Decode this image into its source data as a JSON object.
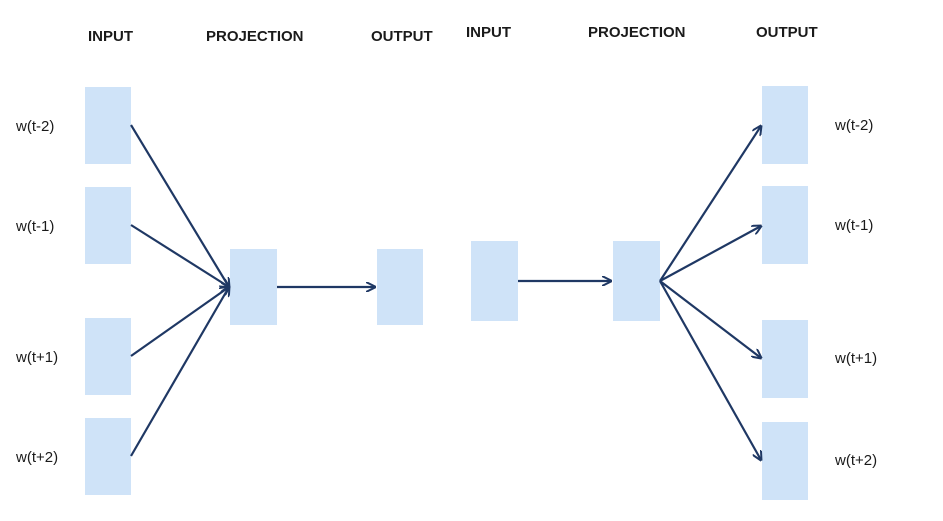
{
  "cbow": {
    "headers": {
      "input": "INPUT",
      "projection": "PROJECTION",
      "output": "OUTPUT"
    },
    "inputs": [
      "w(t-2)",
      "w(t-1)",
      "w(t+1)",
      "w(t+2)"
    ]
  },
  "skipgram": {
    "headers": {
      "input": "INPUT",
      "projection": "PROJECTION",
      "output": "OUTPUT"
    },
    "outputs": [
      "w(t-2)",
      "w(t-1)",
      "w(t+1)",
      "w(t+2)"
    ]
  },
  "colors": {
    "box_fill": "#cfe3f8",
    "arrow": "#1f3864",
    "text": "#1a1a1a"
  }
}
